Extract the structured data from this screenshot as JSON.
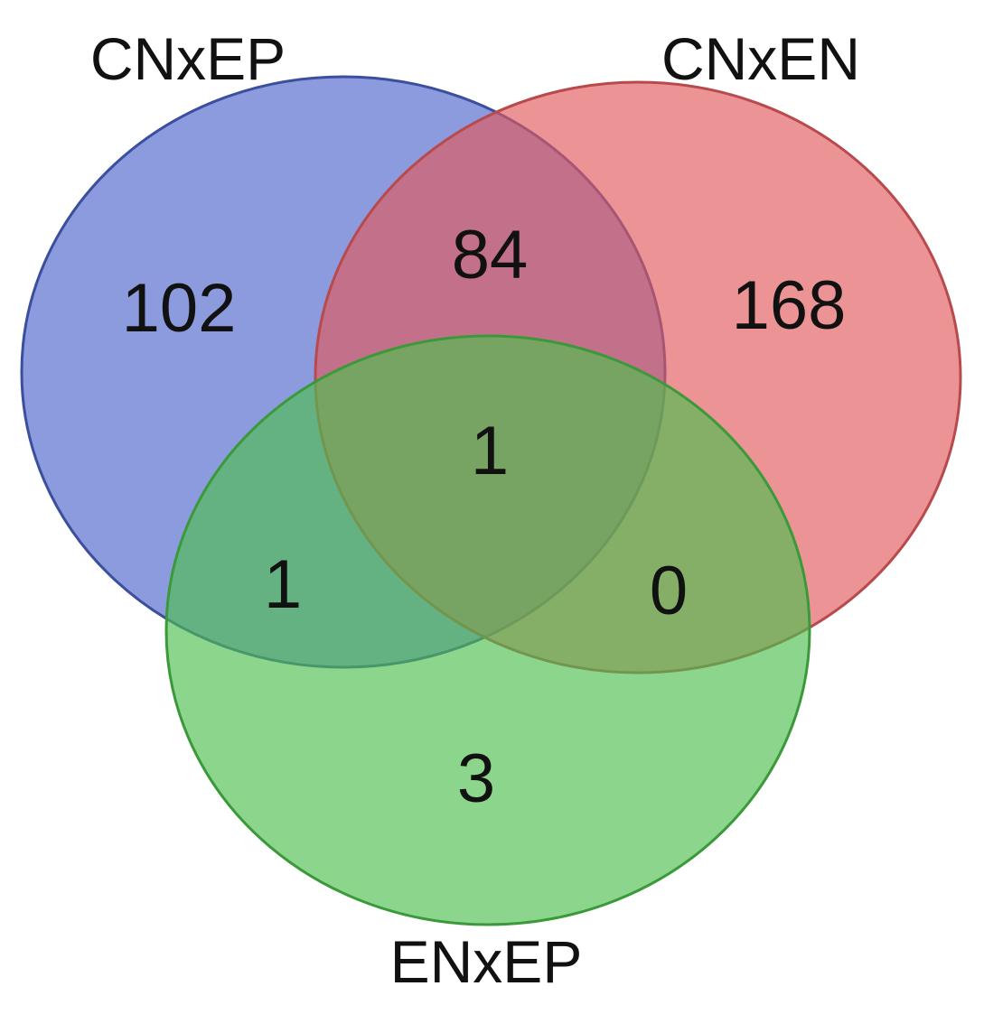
{
  "venn": {
    "sets": [
      {
        "key": "a",
        "label": "CNxEP",
        "color": "#4f66cc"
      },
      {
        "key": "b",
        "label": "CNxEN",
        "color": "#e0595c"
      },
      {
        "key": "c",
        "label": "ENxEP",
        "color": "#4fbf4f"
      }
    ],
    "regions": {
      "a_only": "102",
      "b_only": "168",
      "c_only": "3",
      "ab": "84",
      "ac": "1",
      "bc": "0",
      "abc": "1"
    }
  }
}
